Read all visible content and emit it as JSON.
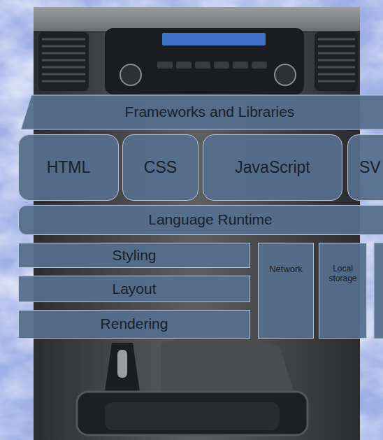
{
  "diagram": {
    "nodes": [
      {
        "text": [
          "Frameworks and Libraries"
        ]
      },
      {
        "text": [
          "HTML"
        ]
      },
      {
        "text": [
          "CSS"
        ]
      },
      {
        "text": [
          "JavaScript"
        ]
      },
      {
        "text": [
          "SV"
        ]
      },
      {
        "text": [
          "Language Runtime"
        ]
      },
      {
        "text": [
          "Styling"
        ]
      },
      {
        "text": [
          "Layout"
        ]
      },
      {
        "text": [
          "Rendering"
        ]
      },
      {
        "text": [
          "Network"
        ]
      },
      {
        "text": [
          "Local storage"
        ]
      }
    ]
  }
}
